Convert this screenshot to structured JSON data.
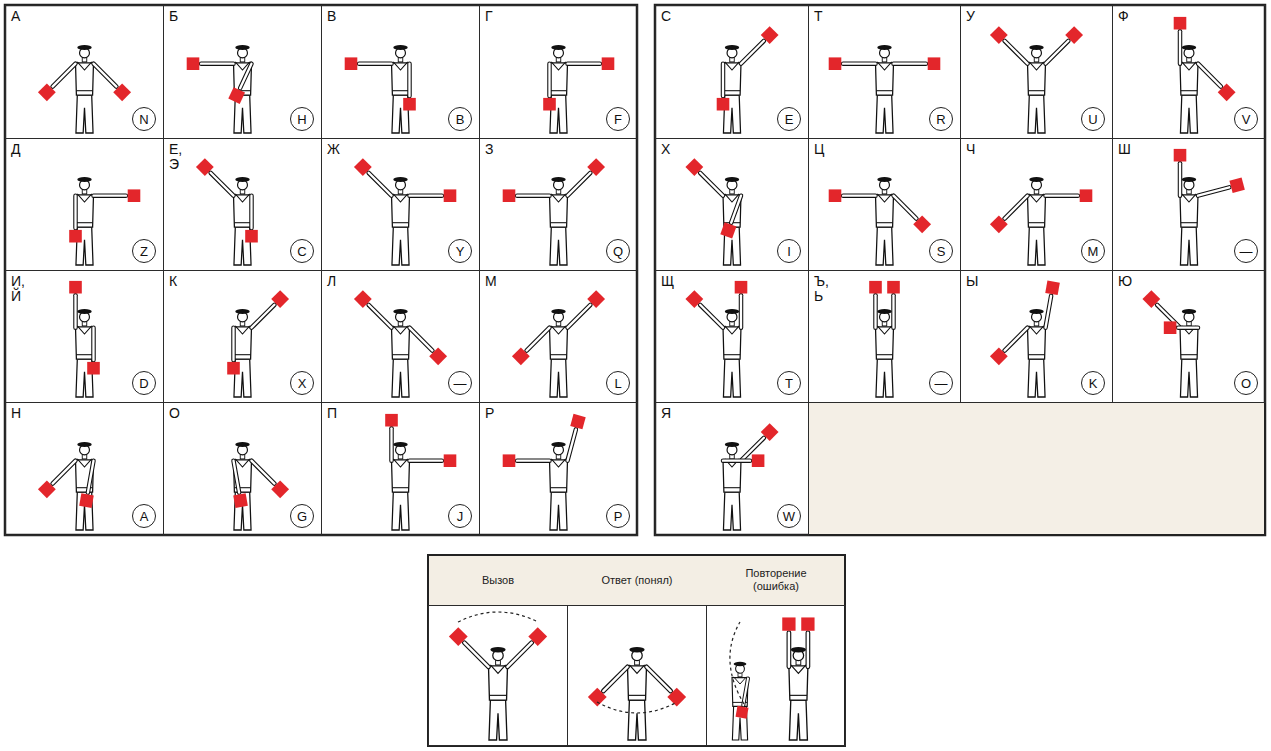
{
  "diagram": {
    "nodes": [
      {
        "text": [
          "А"
        ]
      },
      {
        "text": [
          "N"
        ],
        "in": 0
      },
      {
        "text": [
          "Б"
        ]
      },
      {
        "text": [
          "H"
        ],
        "in": 2
      },
      {
        "text": [
          "В"
        ]
      },
      {
        "text": [
          "B"
        ],
        "in": 4
      },
      {
        "text": [
          "Г"
        ]
      },
      {
        "text": [
          "F"
        ],
        "in": 6
      },
      {
        "text": [
          "Д"
        ]
      },
      {
        "text": [
          "Z"
        ],
        "in": 8
      },
      {
        "text": [
          "Е, Э"
        ]
      },
      {
        "text": [
          "C"
        ],
        "in": 10
      },
      {
        "text": [
          "Ж"
        ]
      },
      {
        "text": [
          "Y"
        ],
        "in": 12
      },
      {
        "text": [
          "З"
        ]
      },
      {
        "text": [
          "Q"
        ],
        "in": 14
      },
      {
        "text": [
          "И, Й"
        ]
      },
      {
        "text": [
          "D"
        ],
        "in": 16
      },
      {
        "text": [
          "К"
        ]
      },
      {
        "text": [
          "X"
        ],
        "in": 18
      },
      {
        "text": [
          "Л"
        ]
      },
      {
        "text": [
          "—"
        ],
        "in": 20
      },
      {
        "text": [
          "М"
        ]
      },
      {
        "text": [
          "L"
        ],
        "in": 22
      },
      {
        "text": [
          "Н"
        ]
      },
      {
        "text": [
          "A"
        ],
        "in": 24
      },
      {
        "text": [
          "О"
        ]
      },
      {
        "text": [
          "G"
        ],
        "in": 26
      },
      {
        "text": [
          "П"
        ]
      },
      {
        "text": [
          "J"
        ],
        "in": 28
      },
      {
        "text": [
          "Р"
        ]
      },
      {
        "text": [
          "P"
        ],
        "in": 30
      },
      {
        "text": [
          "С"
        ]
      },
      {
        "text": [
          "E"
        ],
        "in": 32
      },
      {
        "text": [
          "Т"
        ]
      },
      {
        "text": [
          "R"
        ],
        "in": 34
      },
      {
        "text": [
          "У"
        ]
      },
      {
        "text": [
          "U"
        ],
        "in": 36
      },
      {
        "text": [
          "Ф"
        ]
      },
      {
        "text": [
          "V"
        ],
        "in": 38
      },
      {
        "text": [
          "Х"
        ]
      },
      {
        "text": [
          "I"
        ],
        "in": 40
      },
      {
        "text": [
          "Ц"
        ]
      },
      {
        "text": [
          "S"
        ],
        "in": 42
      },
      {
        "text": [
          "Ч"
        ]
      },
      {
        "text": [
          "M"
        ],
        "in": 44
      },
      {
        "text": [
          "Ш"
        ]
      },
      {
        "text": [
          "—"
        ],
        "in": 46
      },
      {
        "text": [
          "Щ"
        ]
      },
      {
        "text": [
          "T"
        ],
        "in": 48
      },
      {
        "text": [
          "Ъ, Ь"
        ]
      },
      {
        "text": [
          "—"
        ],
        "in": 50
      },
      {
        "text": [
          "Ы"
        ]
      },
      {
        "text": [
          "K"
        ],
        "in": 52
      },
      {
        "text": [
          "Ю"
        ]
      },
      {
        "text": [
          "O"
        ],
        "in": 54
      },
      {
        "text": [
          "Я"
        ]
      },
      {
        "text": [
          "W"
        ],
        "in": 56
      },
      {
        "text": [
          "Вызов"
        ]
      },
      {
        "text": [
          "Ответ (понял)"
        ]
      },
      {
        "text": [
          "Повторение (ошибка)"
        ]
      }
    ]
  }
}
